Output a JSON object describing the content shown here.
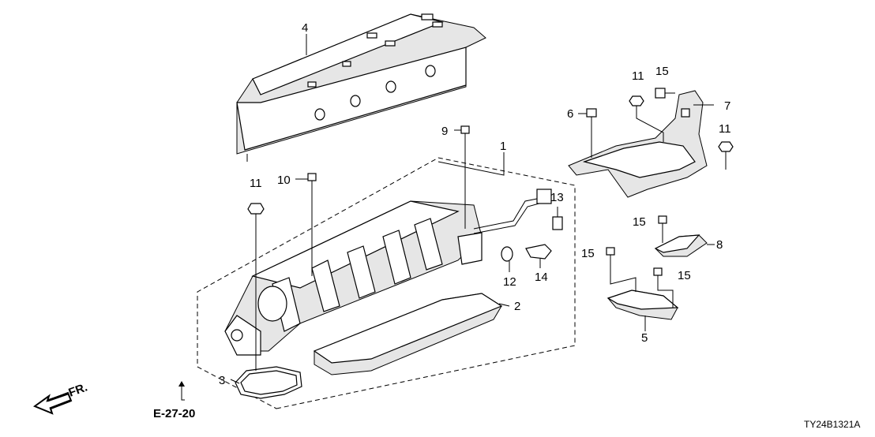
{
  "callouts": {
    "c1": "1",
    "c2": "2",
    "c3": "3",
    "c4": "4",
    "c5": "5",
    "c6": "6",
    "c7": "7",
    "c8": "8",
    "c9": "9",
    "c10": "10",
    "c11a": "11",
    "c11b": "11",
    "c11c": "11",
    "c12": "12",
    "c13": "13",
    "c14": "14",
    "c15a": "15",
    "c15b": "15",
    "c15c": "15",
    "c15d": "15"
  },
  "reference": "E-27-20",
  "direction": "FR.",
  "diagram_code": "TY24B1321A"
}
